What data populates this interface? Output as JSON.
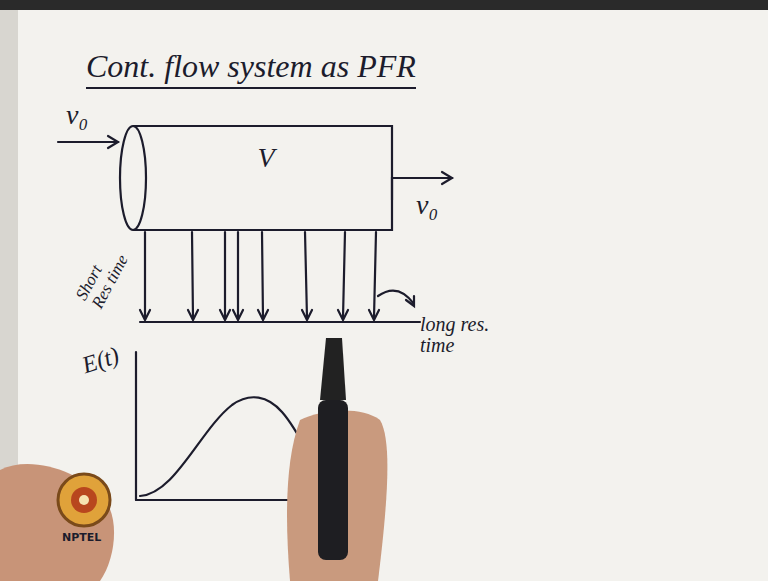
{
  "diagram": {
    "title": "Cont. flow system as PFR",
    "nodes": [
      {
        "text": [
          "V"
        ]
      }
    ],
    "labels": [
      "v₀",
      "v₀",
      "Short Res time",
      "long res. time",
      "E(t)",
      "NPTEL"
    ]
  }
}
